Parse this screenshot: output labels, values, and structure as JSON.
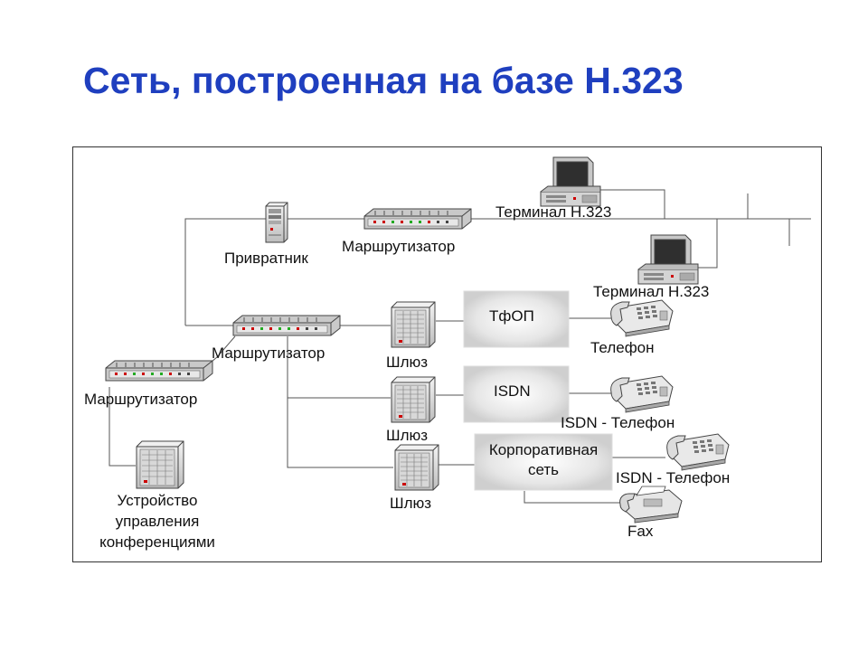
{
  "title": "Сеть, построенная на базе H.323",
  "nodes": {
    "gatekeeper": "Привратник",
    "router_top": "Маршрутизатор",
    "router_mid": "Маршрутизатор",
    "router_left": "Маршрутизатор",
    "mcu": "Устройство управления конференциями",
    "mcu_lines": [
      "Устройство",
      "управления",
      "конференциями"
    ],
    "terminal_1": "Терминал H.323",
    "terminal_2": "Терминал H.323",
    "gateway_1": "Шлюз",
    "gateway_2": "Шлюз",
    "gateway_3": "Шлюз",
    "cloud_pstn": "ТфОП",
    "cloud_isdn": "ISDN",
    "cloud_corp_lines": [
      "Корпоративная",
      "сеть"
    ],
    "phone": "Телефон",
    "isdn_phone_1": "ISDN - Телефон",
    "isdn_phone_2": "ISDN - Телефон",
    "fax": "Fax"
  },
  "icons": [
    "router-icon",
    "server-tower-icon",
    "gateway-cabinet-icon",
    "desktop-computer-icon",
    "telephone-icon",
    "fax-machine-icon",
    "network-cloud-icon"
  ]
}
